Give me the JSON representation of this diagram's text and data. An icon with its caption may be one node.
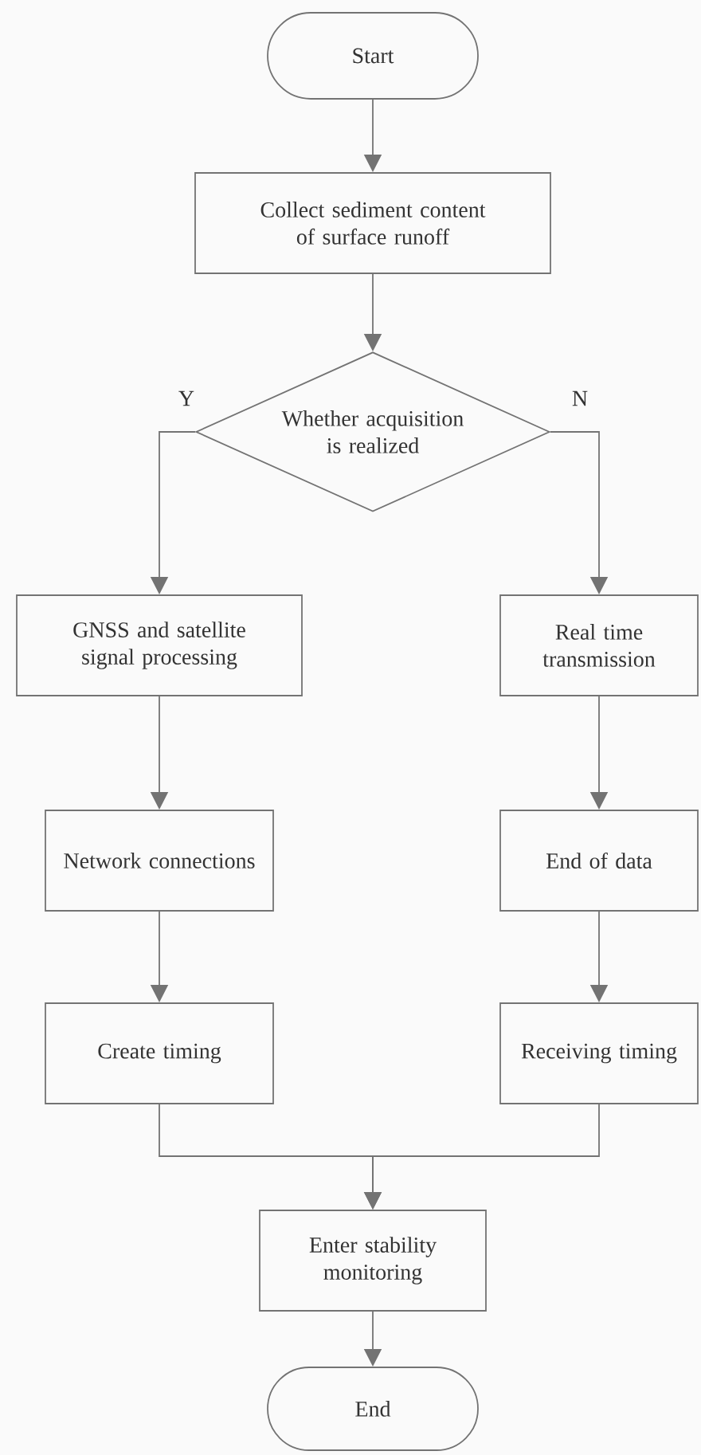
{
  "diagram": {
    "nodes": [
      {
        "text": [
          "Start"
        ]
      },
      {
        "text": [
          "Collect sediment content of surface runoff"
        ]
      },
      {
        "text": [
          "Whether acquisition is realized"
        ]
      },
      {
        "text": [
          "GNSS and satellite signal processing"
        ]
      },
      {
        "text": [
          "Real time transmission"
        ]
      },
      {
        "text": [
          "Network connections"
        ]
      },
      {
        "text": [
          "End of data"
        ]
      },
      {
        "text": [
          "Create timing"
        ]
      },
      {
        "text": [
          "Receiving timing"
        ]
      },
      {
        "text": [
          "Enter stability monitoring"
        ]
      },
      {
        "text": [
          "End"
        ]
      }
    ],
    "edges": [
      {
        "from": 0,
        "to": 1,
        "arrow": "to"
      },
      {
        "from": 1,
        "to": 2,
        "arrow": "to"
      },
      {
        "from": 2,
        "to": 3,
        "arrow": "to",
        "label": "Y"
      },
      {
        "from": 2,
        "to": 4,
        "arrow": "to",
        "label": "N"
      },
      {
        "from": 3,
        "to": 5,
        "arrow": "to"
      },
      {
        "from": 5,
        "to": 7,
        "arrow": "to"
      },
      {
        "from": 4,
        "to": 6,
        "arrow": "to"
      },
      {
        "from": 6,
        "to": 8,
        "arrow": "to"
      },
      {
        "from": 7,
        "to": 9,
        "arrow": "to"
      },
      {
        "from": 8,
        "to": 9,
        "arrow": "to"
      },
      {
        "from": 9,
        "to": 10,
        "arrow": "to"
      }
    ]
  }
}
